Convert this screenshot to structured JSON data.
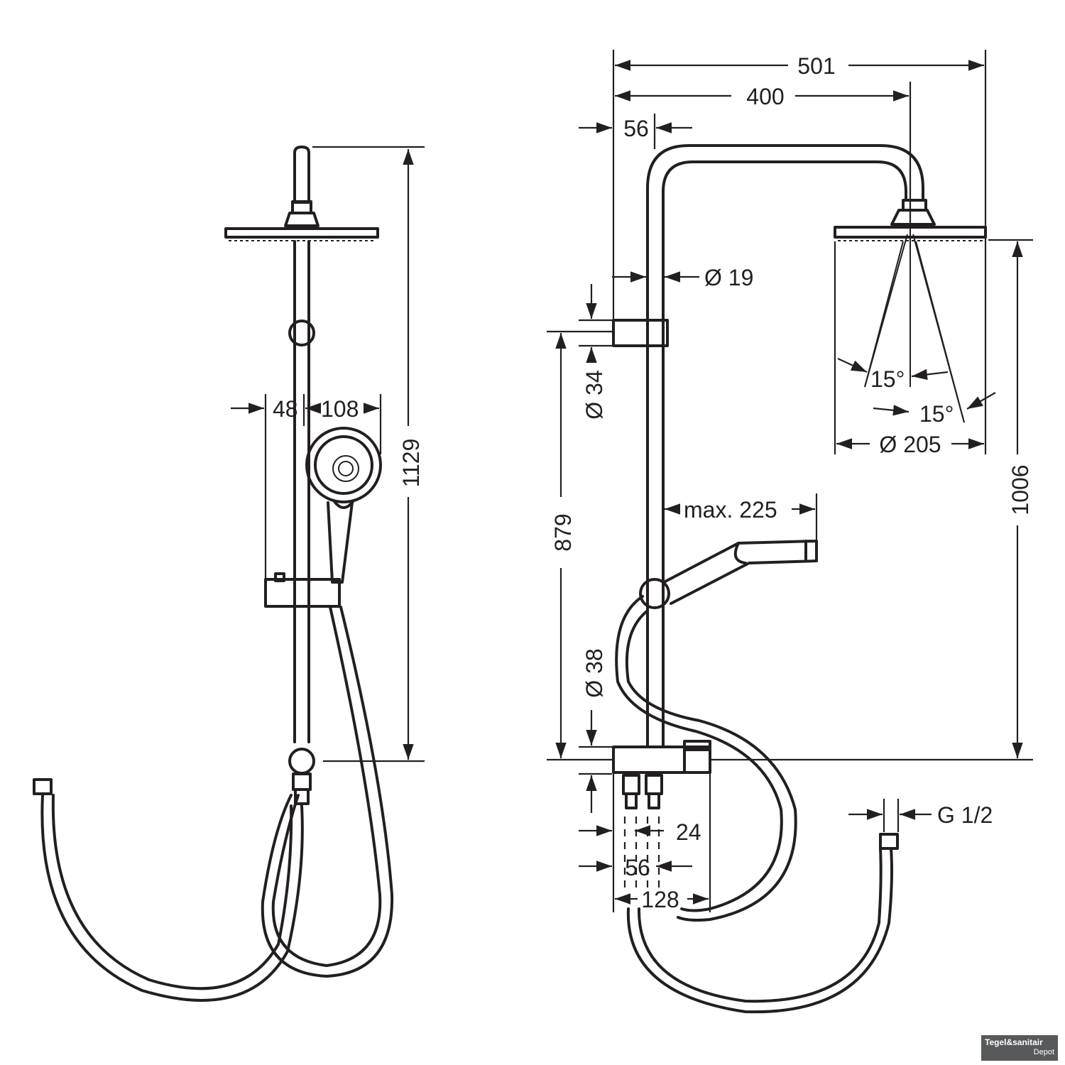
{
  "dimensions": {
    "d501": "501",
    "d400": "400",
    "d56_top": "56",
    "d19": "Ø 19",
    "d34": "Ø 34",
    "d879": "879",
    "d38": "Ø 38",
    "d1006": "1006",
    "d1129": "1129",
    "d48": "48",
    "d108": "108",
    "d205": "Ø 205",
    "d225": "max. 225",
    "d15a": "15°",
    "d15b": "15°",
    "d24": "24",
    "d56_bottom": "56",
    "d128": "128",
    "dG": "G 1/2"
  },
  "logo": {
    "line1": "Tegel&sanitair",
    "line2": "Depot"
  },
  "colors": {
    "line": "#231f20",
    "background": "#ffffff"
  }
}
